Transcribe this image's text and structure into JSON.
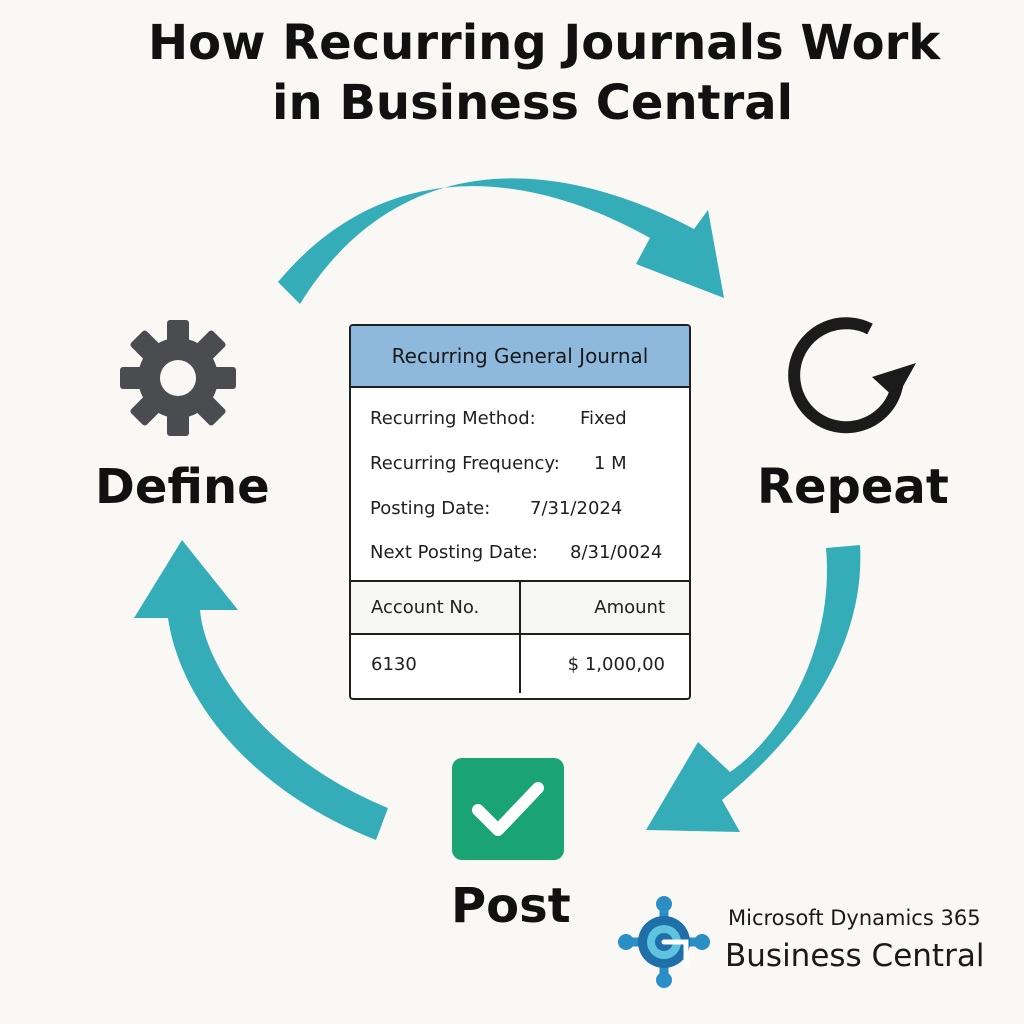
{
  "title": {
    "line1": "How Recurring Journals Work",
    "line2": "in Business Central"
  },
  "steps": [
    {
      "label": "Define",
      "icon": "gear-icon"
    },
    {
      "label": "Repeat",
      "icon": "refresh-icon"
    },
    {
      "label": "Post",
      "icon": "checkmark-icon"
    }
  ],
  "journal": {
    "title": "Recurring General Journal",
    "fields": [
      {
        "label": "Recurring Method:",
        "value": "Fixed"
      },
      {
        "label": "Recurring Frequency:",
        "value": "1 M"
      },
      {
        "label": "Posting Date:",
        "value": "7/31/2024"
      },
      {
        "label": "Next Posting Date:",
        "value": "8/31/0024"
      }
    ],
    "columns": [
      "Account No.",
      "Amount"
    ],
    "rows": [
      [
        "6130",
        "$ 1,000,00"
      ]
    ]
  },
  "brand": {
    "line1": "Microsoft Dynamics 365",
    "line2": "Business Central",
    "icon": "dynamics-365-logo-icon"
  },
  "colors": {
    "arrow": "#35adb8",
    "header": "#8fb8dd",
    "check": "#1aa375",
    "gear": "#4a4c50",
    "text": "#111111"
  }
}
